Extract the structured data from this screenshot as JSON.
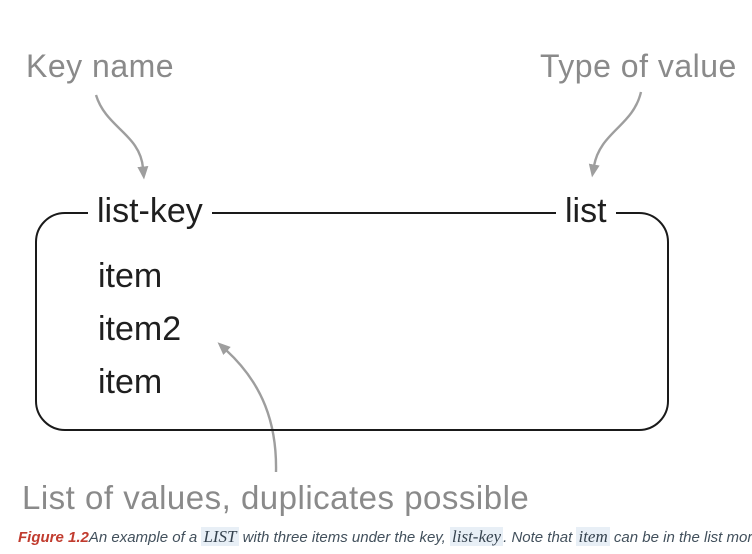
{
  "annotations": {
    "key_name": "Key name",
    "type_of_value": "Type of value",
    "list_of_values": "List of values, duplicates possible"
  },
  "diagram": {
    "key_label": "list-key",
    "type_label": "list",
    "items": [
      "item",
      "item2",
      "item"
    ]
  },
  "caption": {
    "figure_label": "Figure 1.2",
    "parts": [
      {
        "type": "text",
        "text": "An example of a "
      },
      {
        "type": "code",
        "text": "LIST"
      },
      {
        "type": "text",
        "text": " with three items under the key, "
      },
      {
        "type": "code",
        "text": "list-key"
      },
      {
        "type": "text",
        "text": ". Note that "
      },
      {
        "type": "code",
        "text": "item"
      },
      {
        "type": "text",
        "text": " can be in the list more than once."
      }
    ]
  },
  "colors": {
    "annotation_gray": "#8a8a8a",
    "diagram_text": "#1f1f1f",
    "box_border": "#1a1a1a",
    "arrow_gray": "#9e9e9e",
    "figure_label_red": "#c13b2e",
    "caption_text": "#42505c",
    "code_highlight_bg": "#e8eff6"
  }
}
